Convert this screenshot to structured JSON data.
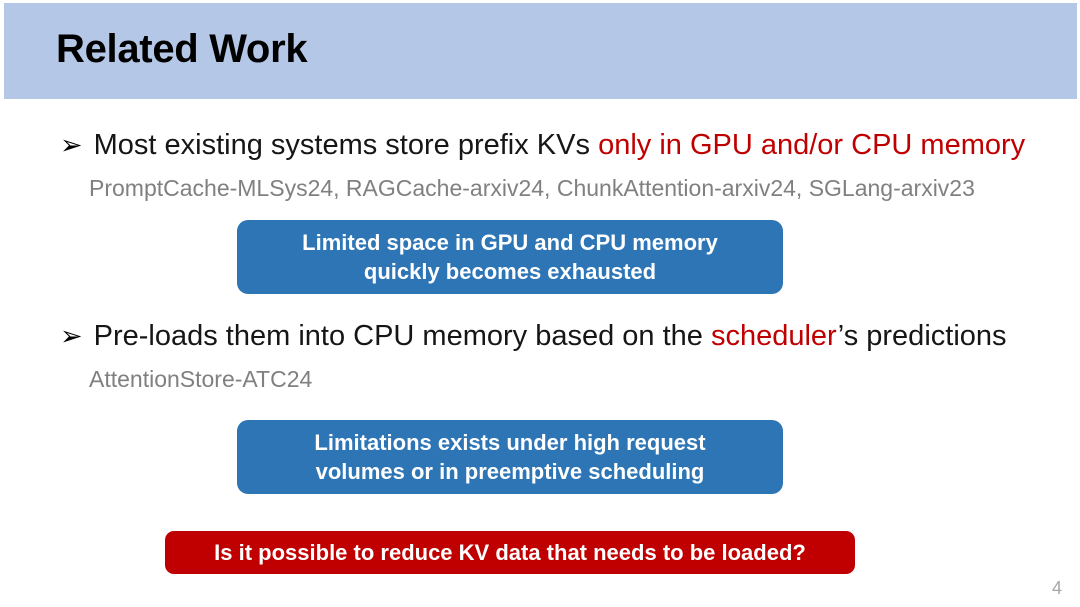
{
  "slide": {
    "title": "Related Work",
    "page_number": "4",
    "colors": {
      "title_band": "#b4c7e7",
      "accent_red": "#c00000",
      "callout_blue": "#2e75b6",
      "callout_red": "#c00000",
      "citation_gray": "#808080"
    }
  },
  "bullets": [
    {
      "marker": "➢",
      "text_before": "Most existing systems store prefix KVs ",
      "text_accent": "only in GPU and/or CPU memory",
      "text_after": "",
      "citation": "PromptCache-MLSys24, RAGCache-arxiv24, ChunkAttention-arxiv24, SGLang-arxiv23"
    },
    {
      "marker": "➢",
      "text_before": "Pre-loads them into CPU memory based on the ",
      "text_accent": "scheduler",
      "text_after": "’s predictions",
      "citation": "AttentionStore-ATC24"
    }
  ],
  "callouts": [
    {
      "style": "blue",
      "line1": "Limited space in GPU and CPU memory",
      "line2": "quickly becomes exhausted"
    },
    {
      "style": "blue",
      "line1": "Limitations exists under high request",
      "line2": "volumes or in preemptive scheduling"
    },
    {
      "style": "red",
      "line1": "Is it possible to reduce KV data that needs to be loaded?",
      "line2": ""
    }
  ]
}
